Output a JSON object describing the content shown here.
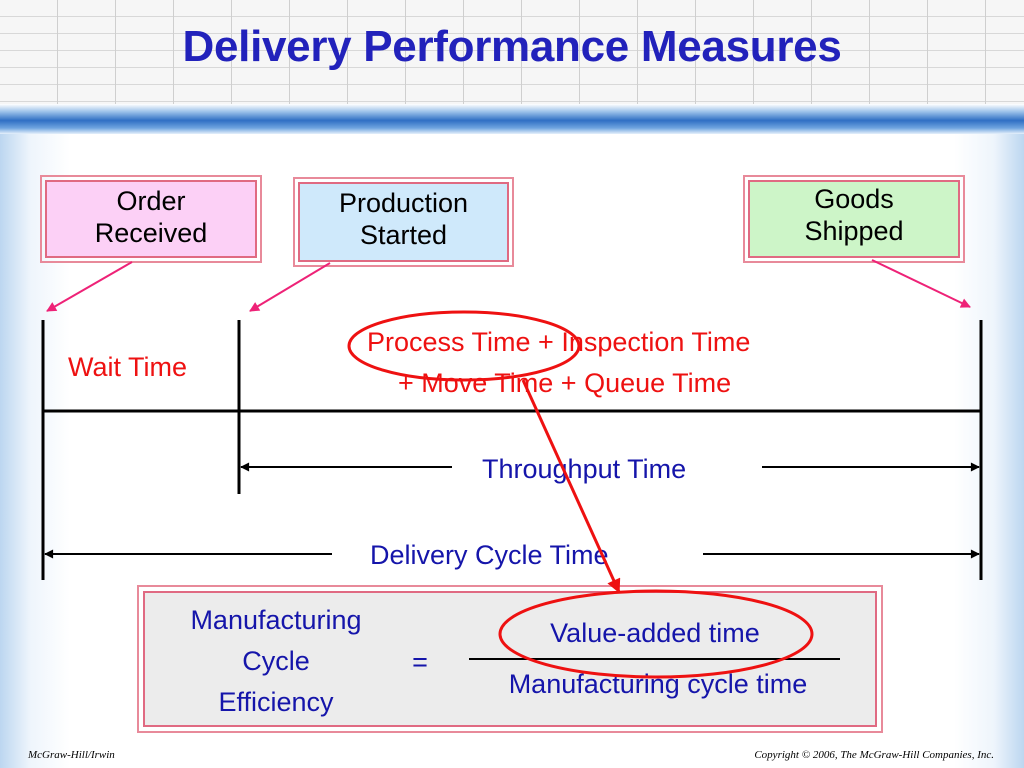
{
  "title": "Delivery Performance Measures",
  "milestones": {
    "order": [
      "Order",
      "Received"
    ],
    "production": [
      "Production",
      "Started"
    ],
    "shipped": [
      "Goods",
      "Shipped"
    ]
  },
  "timeline": {
    "wait_time": "Wait Time",
    "process_line1": "Process Time + Inspection Time",
    "process_line2": "+ Move Time + Queue Time",
    "throughput": "Throughput Time",
    "delivery_cycle": "Delivery Cycle Time"
  },
  "formula": {
    "lhs": [
      "Manufacturing",
      "Cycle",
      "Efficiency"
    ],
    "equals": "=",
    "numerator": "Value-added time",
    "denominator": "Manufacturing cycle time"
  },
  "footer": {
    "left": "McGraw-Hill/Irwin",
    "right": "Copyright © 2006, The McGraw-Hill Companies, Inc."
  },
  "colors": {
    "title": "#2222bb",
    "highlight": "#ee1111",
    "label": "#1515aa",
    "pointer": "#ee2277"
  }
}
